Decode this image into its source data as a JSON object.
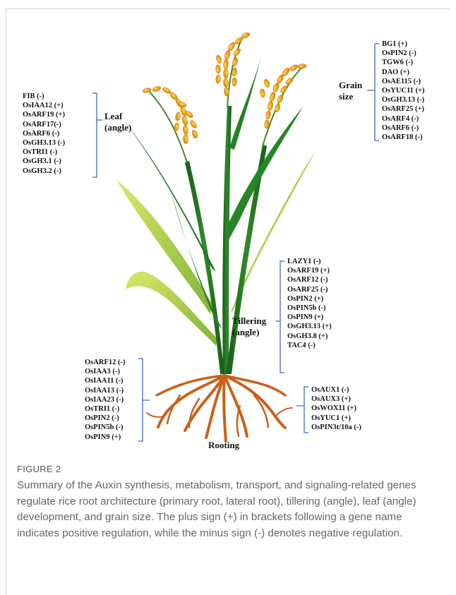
{
  "figure": {
    "label": "FIGURE 2",
    "caption": "Summary of the Auxin synthesis, metabolism, transport, and signaling-related genes regulate rice root architecture (primary root, lateral root), tillering (angle), leaf (angle) development, and grain size. The plus sign (+) in brackets following a gene name indicates positive regulation, while the minus sign (-) denotes negative regulation."
  },
  "groups": {
    "leaf": {
      "label_line1": "Leaf",
      "label_line2": "(angle)",
      "genes": [
        "FIB (-)",
        "OsIAA12 (+)",
        "OsARF19 (+)",
        "OsARF17(-)",
        "OsARF6 (-)",
        "OsGH3.13 (-)",
        "OsTRI1 (-)",
        "OsGH3.1 (-)",
        "OsGH3.2 (-)"
      ]
    },
    "grain": {
      "label_line1": "Grain",
      "label_line2": "size",
      "genes": [
        "BG1 (+)",
        "OsPIN2 (-)",
        "TGW6 (-)",
        "DAO (+)",
        "OsAE115 (-)",
        "OsYUC11 (+)",
        "OsGH3.13 (-)",
        "OsARF25 (+)",
        "OsARF4 (-)",
        "OsARF6 (-)",
        "OsARF18 (-)"
      ]
    },
    "tillering": {
      "label_line1": "Tillering",
      "label_line2": "(angle)",
      "genes": [
        "LAZY1  (-)",
        "OsARF19 (+)",
        "OsARF12 (-)",
        "OsARF25 (-)",
        "OsPIN2 (+)",
        "OsPIN5b (-)",
        "OsPIN9 (+)",
        "OsGH3.13 (+)",
        "OsGH3.8 (+)",
        "TAC4 (-)"
      ]
    },
    "rooting_left": {
      "genes": [
        "OsARF12 (-)",
        "OsIAA3 (-)",
        "OsIAA11 (-)",
        "OsIAA13 (-)",
        "OsIAA23 (-)",
        "OsTRI1 (-)",
        "OsPIN2 (-)",
        "OsPIN5b  (-)",
        "OsPIN9   (+)"
      ]
    },
    "rooting_right": {
      "genes": [
        "OsAUX1  (-)",
        "OsAUX3  (+)",
        "OsWOX11  (+)",
        "OsYUC1  (+)",
        "OsPIN3t/10a (-)"
      ]
    },
    "rooting": {
      "label": "Rooting"
    }
  },
  "colors": {
    "stem_dark": "#1f6b1f",
    "stem_light": "#4f9a2c",
    "leaf_green": "#2e8b2e",
    "leaf_yellow": "#c6dc4a",
    "grain": "#f0a81e",
    "grain_dark": "#d6860a",
    "root": "#c9611a",
    "bracket": "#3b6fb6"
  }
}
